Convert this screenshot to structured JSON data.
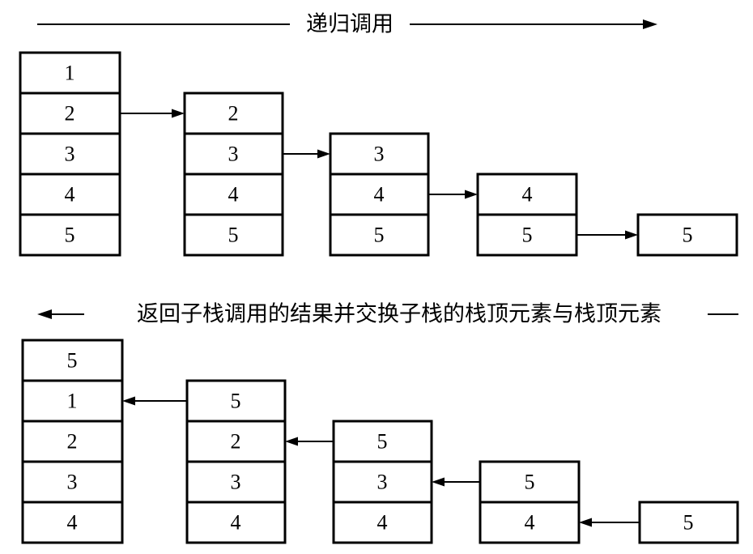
{
  "top_section": {
    "caption": "递归调用",
    "direction": "right",
    "stacks": [
      [
        "1",
        "2",
        "3",
        "4",
        "5"
      ],
      [
        "2",
        "3",
        "4",
        "5"
      ],
      [
        "3",
        "4",
        "5"
      ],
      [
        "4",
        "5"
      ],
      [
        "5"
      ]
    ]
  },
  "bottom_section": {
    "caption": "返回子栈调用的结果并交换子栈的栈顶元素与栈顶元素",
    "direction": "left",
    "stacks": [
      [
        "5",
        "1",
        "2",
        "3",
        "4"
      ],
      [
        "5",
        "2",
        "3",
        "4"
      ],
      [
        "5",
        "3",
        "4"
      ],
      [
        "5",
        "4"
      ],
      [
        "5"
      ]
    ]
  }
}
